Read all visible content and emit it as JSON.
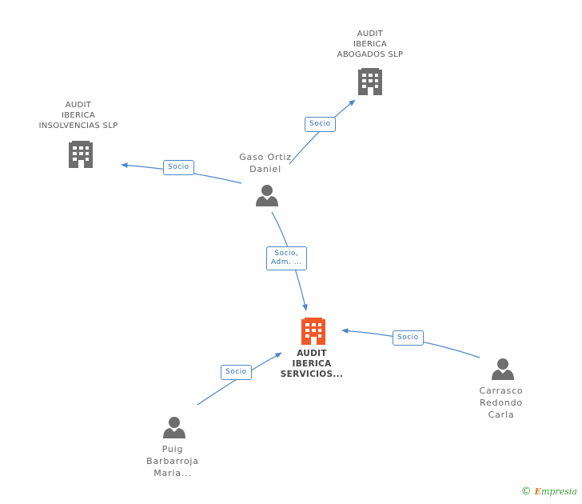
{
  "nodes": {
    "abogados": {
      "lines": [
        "AUDIT",
        "IBERICA",
        "ABOGADOS SLP"
      ],
      "type": "company"
    },
    "insolvencias": {
      "lines": [
        "AUDIT",
        "IBERICA",
        "INSOLVENCIAS SLP"
      ],
      "type": "company"
    },
    "gaso": {
      "lines": [
        "Gaso Ortiz",
        "Daniel"
      ],
      "type": "person"
    },
    "servicios": {
      "lines": [
        "AUDIT",
        "IBERICA",
        "SERVICIOS..."
      ],
      "type": "company-main"
    },
    "carrasco": {
      "lines": [
        "Carrasco",
        "Redondo",
        "Carla"
      ],
      "type": "person"
    },
    "puig": {
      "lines": [
        "Puig",
        "Barbarroja",
        "Maria..."
      ],
      "type": "person"
    }
  },
  "edges": {
    "gaso_abogados": {
      "lines": [
        "Socio"
      ]
    },
    "gaso_insolvencias": {
      "lines": [
        "Socio"
      ]
    },
    "gaso_servicios": {
      "lines": [
        "Socio,",
        "Adm. ..."
      ]
    },
    "carrasco_servicios": {
      "lines": [
        "Socio"
      ]
    },
    "puig_servicios": {
      "lines": [
        "Socio"
      ]
    }
  },
  "footer": {
    "copyright": "©",
    "brand_first": "E",
    "brand_rest": "mpresia"
  },
  "colors": {
    "edge": "#4a86c8",
    "company_icon": "#6e6e6e",
    "main_company_icon": "#f05a28",
    "person_icon": "#6e6e6e"
  }
}
